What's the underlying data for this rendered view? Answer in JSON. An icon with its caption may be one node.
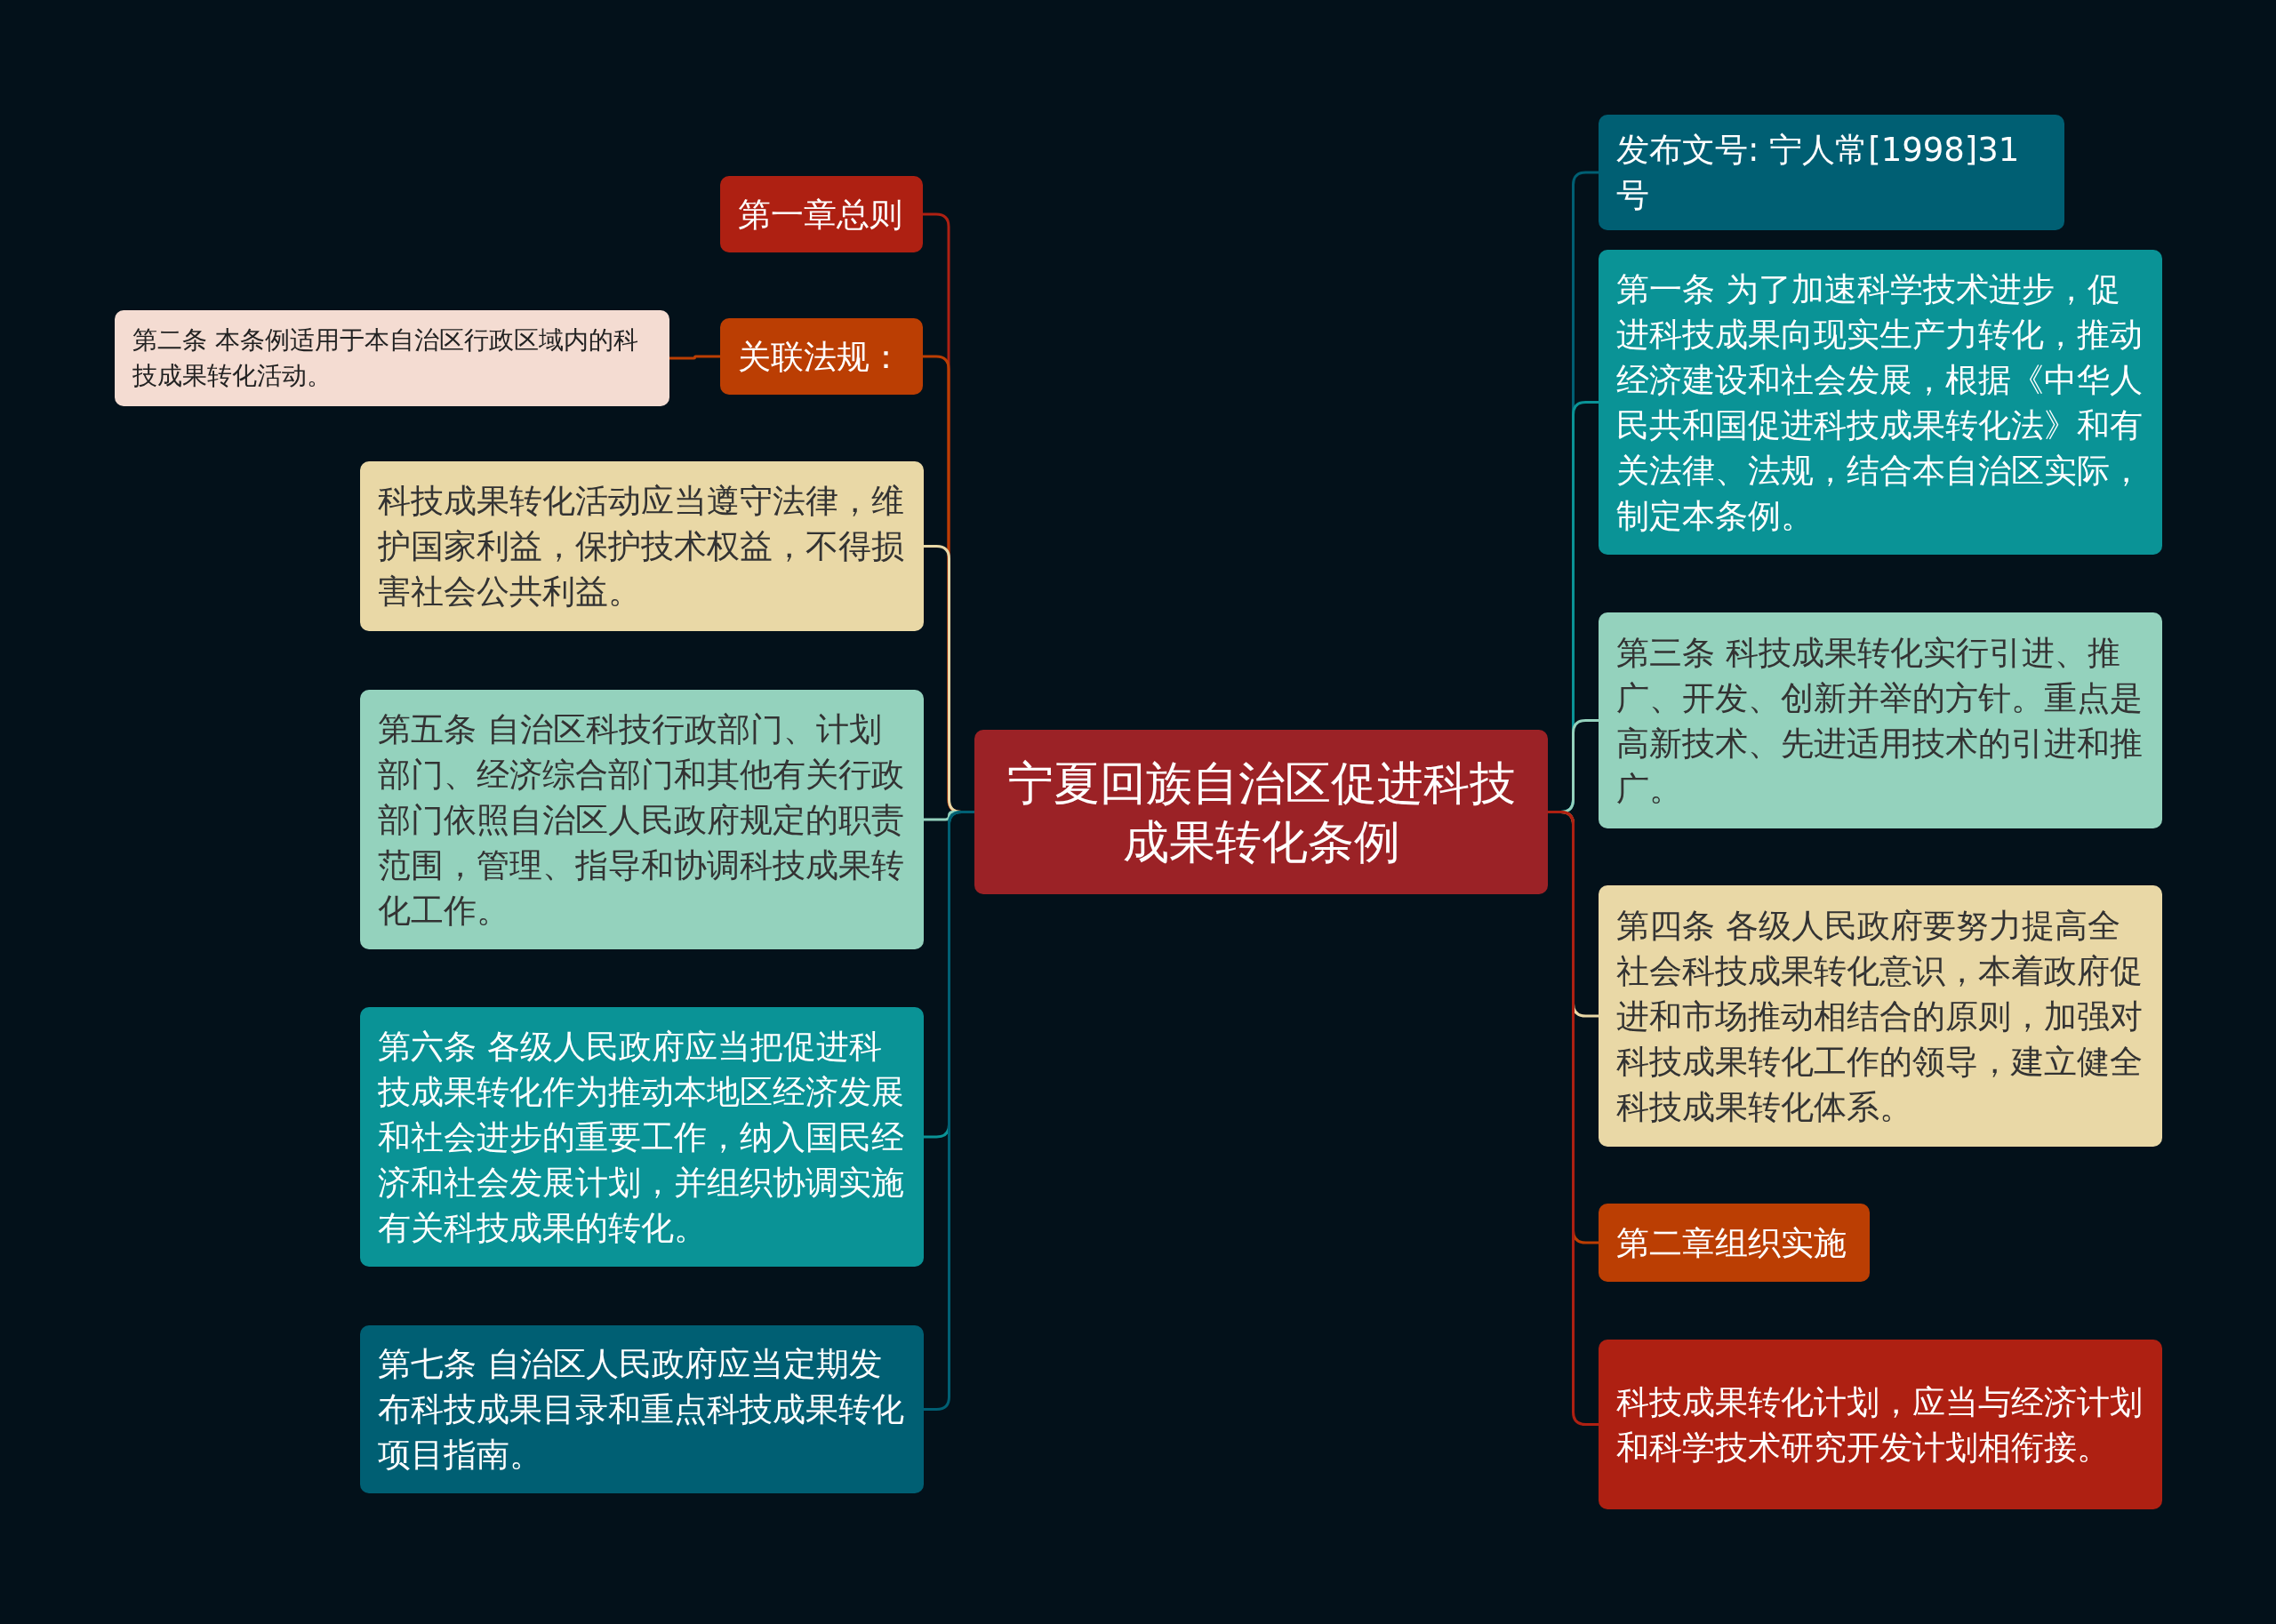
{
  "diagram": {
    "nodes": [
      {
        "text": [
          "宁夏回族自治区促进科技成果转化条例"
        ]
      },
      {
        "text": [
          "第一章总则"
        ]
      },
      {
        "text": [
          "关联法规："
        ]
      },
      {
        "text": [
          "第二条 本条例适用于本自治区行政区域内的科技成果转化活动。"
        ]
      },
      {
        "text": [
          "科技成果转化活动应当遵守法律，维护国家利益，保护技术权益，不得损害社会公共利益。"
        ]
      },
      {
        "text": [
          "第五条 自治区科技行政部门、计划部门、经济综合部门和其他有关行政部门依照自治区人民政府规定的职责范围，管理、指导和协调科技成果转化工作。"
        ]
      },
      {
        "text": [
          "第六条 各级人民政府应当把促进科技成果转化作为推动本地区经济发展和社会进步的重要工作，纳入国民经济和社会发展计划，并组织协调实施有关科技成果的转化。"
        ]
      },
      {
        "text": [
          "第七条 自治区人民政府应当定期发布科技成果目录和重点科技成果转化项目指南。"
        ]
      },
      {
        "text": [
          "发布文号: 宁人常[1998]31号"
        ]
      },
      {
        "text": [
          "第一条 为了加速科学技术进步，促进科技成果向现实生产力转化，推动经济建设和社会发展，根据《中华人民共和国促进科技成果转化法》和有关法律、法规，结合本自治区实际，制定本条例。"
        ]
      },
      {
        "text": [
          "第三条 科技成果转化实行引进、推广、开发、创新并举的方针。重点是高新技术、先进适用技术的引进和推广。"
        ]
      },
      {
        "text": [
          "第四条 各级人民政府要努力提高全社会科技成果转化意识，本着政府促进和市场推动相结合的原则，加强对科技成果转化工作的领导，建立健全科技成果转化体系。"
        ]
      },
      {
        "text": [
          "第二章组织实施"
        ]
      },
      {
        "text": [
          "科技成果转化计划，应当与经济计划和科学技术研究开发计划相衔接。"
        ]
      }
    ],
    "edges": [
      {
        "from": 0,
        "to": 1,
        "arrow": "none",
        "color": "#ae2012"
      },
      {
        "from": 0,
        "to": 2,
        "arrow": "none",
        "color": "#bb3e03"
      },
      {
        "from": 2,
        "to": 3,
        "arrow": "none",
        "color": "#bb3e03"
      },
      {
        "from": 0,
        "to": 4,
        "arrow": "none",
        "color": "#e9d8a6"
      },
      {
        "from": 0,
        "to": 5,
        "arrow": "none",
        "color": "#94d2bd"
      },
      {
        "from": 0,
        "to": 6,
        "arrow": "none",
        "color": "#0a9396"
      },
      {
        "from": 0,
        "to": 7,
        "arrow": "none",
        "color": "#005f73"
      },
      {
        "from": 0,
        "to": 8,
        "arrow": "none",
        "color": "#005f73"
      },
      {
        "from": 0,
        "to": 9,
        "arrow": "none",
        "color": "#0a9396"
      },
      {
        "from": 0,
        "to": 10,
        "arrow": "none",
        "color": "#94d2bd"
      },
      {
        "from": 0,
        "to": 11,
        "arrow": "none",
        "color": "#e9d8a6"
      },
      {
        "from": 0,
        "to": 12,
        "arrow": "none",
        "color": "#bb3e03"
      },
      {
        "from": 0,
        "to": 13,
        "arrow": "none",
        "color": "#ae2012"
      }
    ]
  }
}
